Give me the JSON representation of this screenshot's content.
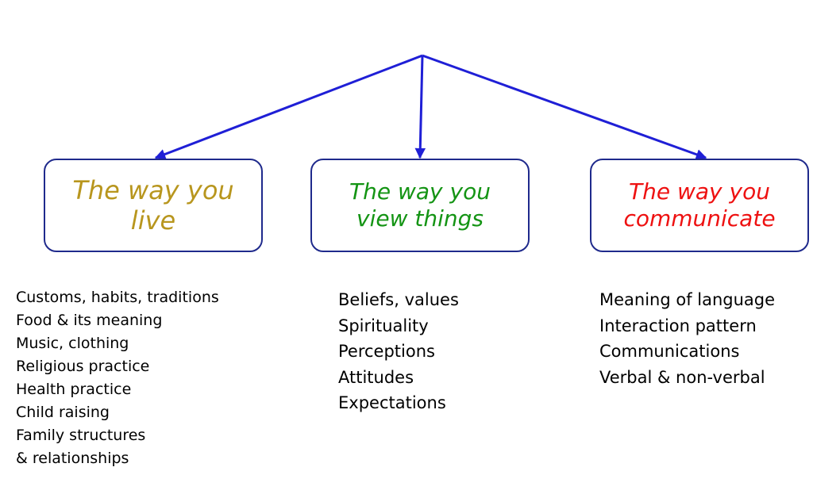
{
  "colors": {
    "connector": "#1f1fd6",
    "box_border": "#1f2a8c",
    "live": "#b8961e",
    "view": "#149414",
    "communicate": "#ee1111",
    "list_text": "#000000"
  },
  "boxes": [
    {
      "id": "live",
      "lines": [
        "The way you",
        "live"
      ]
    },
    {
      "id": "view",
      "lines": [
        "The way you",
        "view things"
      ]
    },
    {
      "id": "communicate",
      "lines": [
        "The way you",
        "communicate"
      ]
    }
  ],
  "lists": [
    {
      "id": "live",
      "items": [
        "Customs, habits, traditions",
        "Food & its meaning",
        "Music, clothing",
        "Religious practice",
        "Health practice",
        "Child raising",
        "Family structures",
        "& relationships"
      ]
    },
    {
      "id": "view",
      "items": [
        "Beliefs, values",
        "Spirituality",
        "Perceptions",
        "Attitudes",
        "Expectations"
      ]
    },
    {
      "id": "communicate",
      "items": [
        "Meaning of language",
        "Interaction pattern",
        "Communications",
        "Verbal & non-verbal"
      ]
    }
  ]
}
